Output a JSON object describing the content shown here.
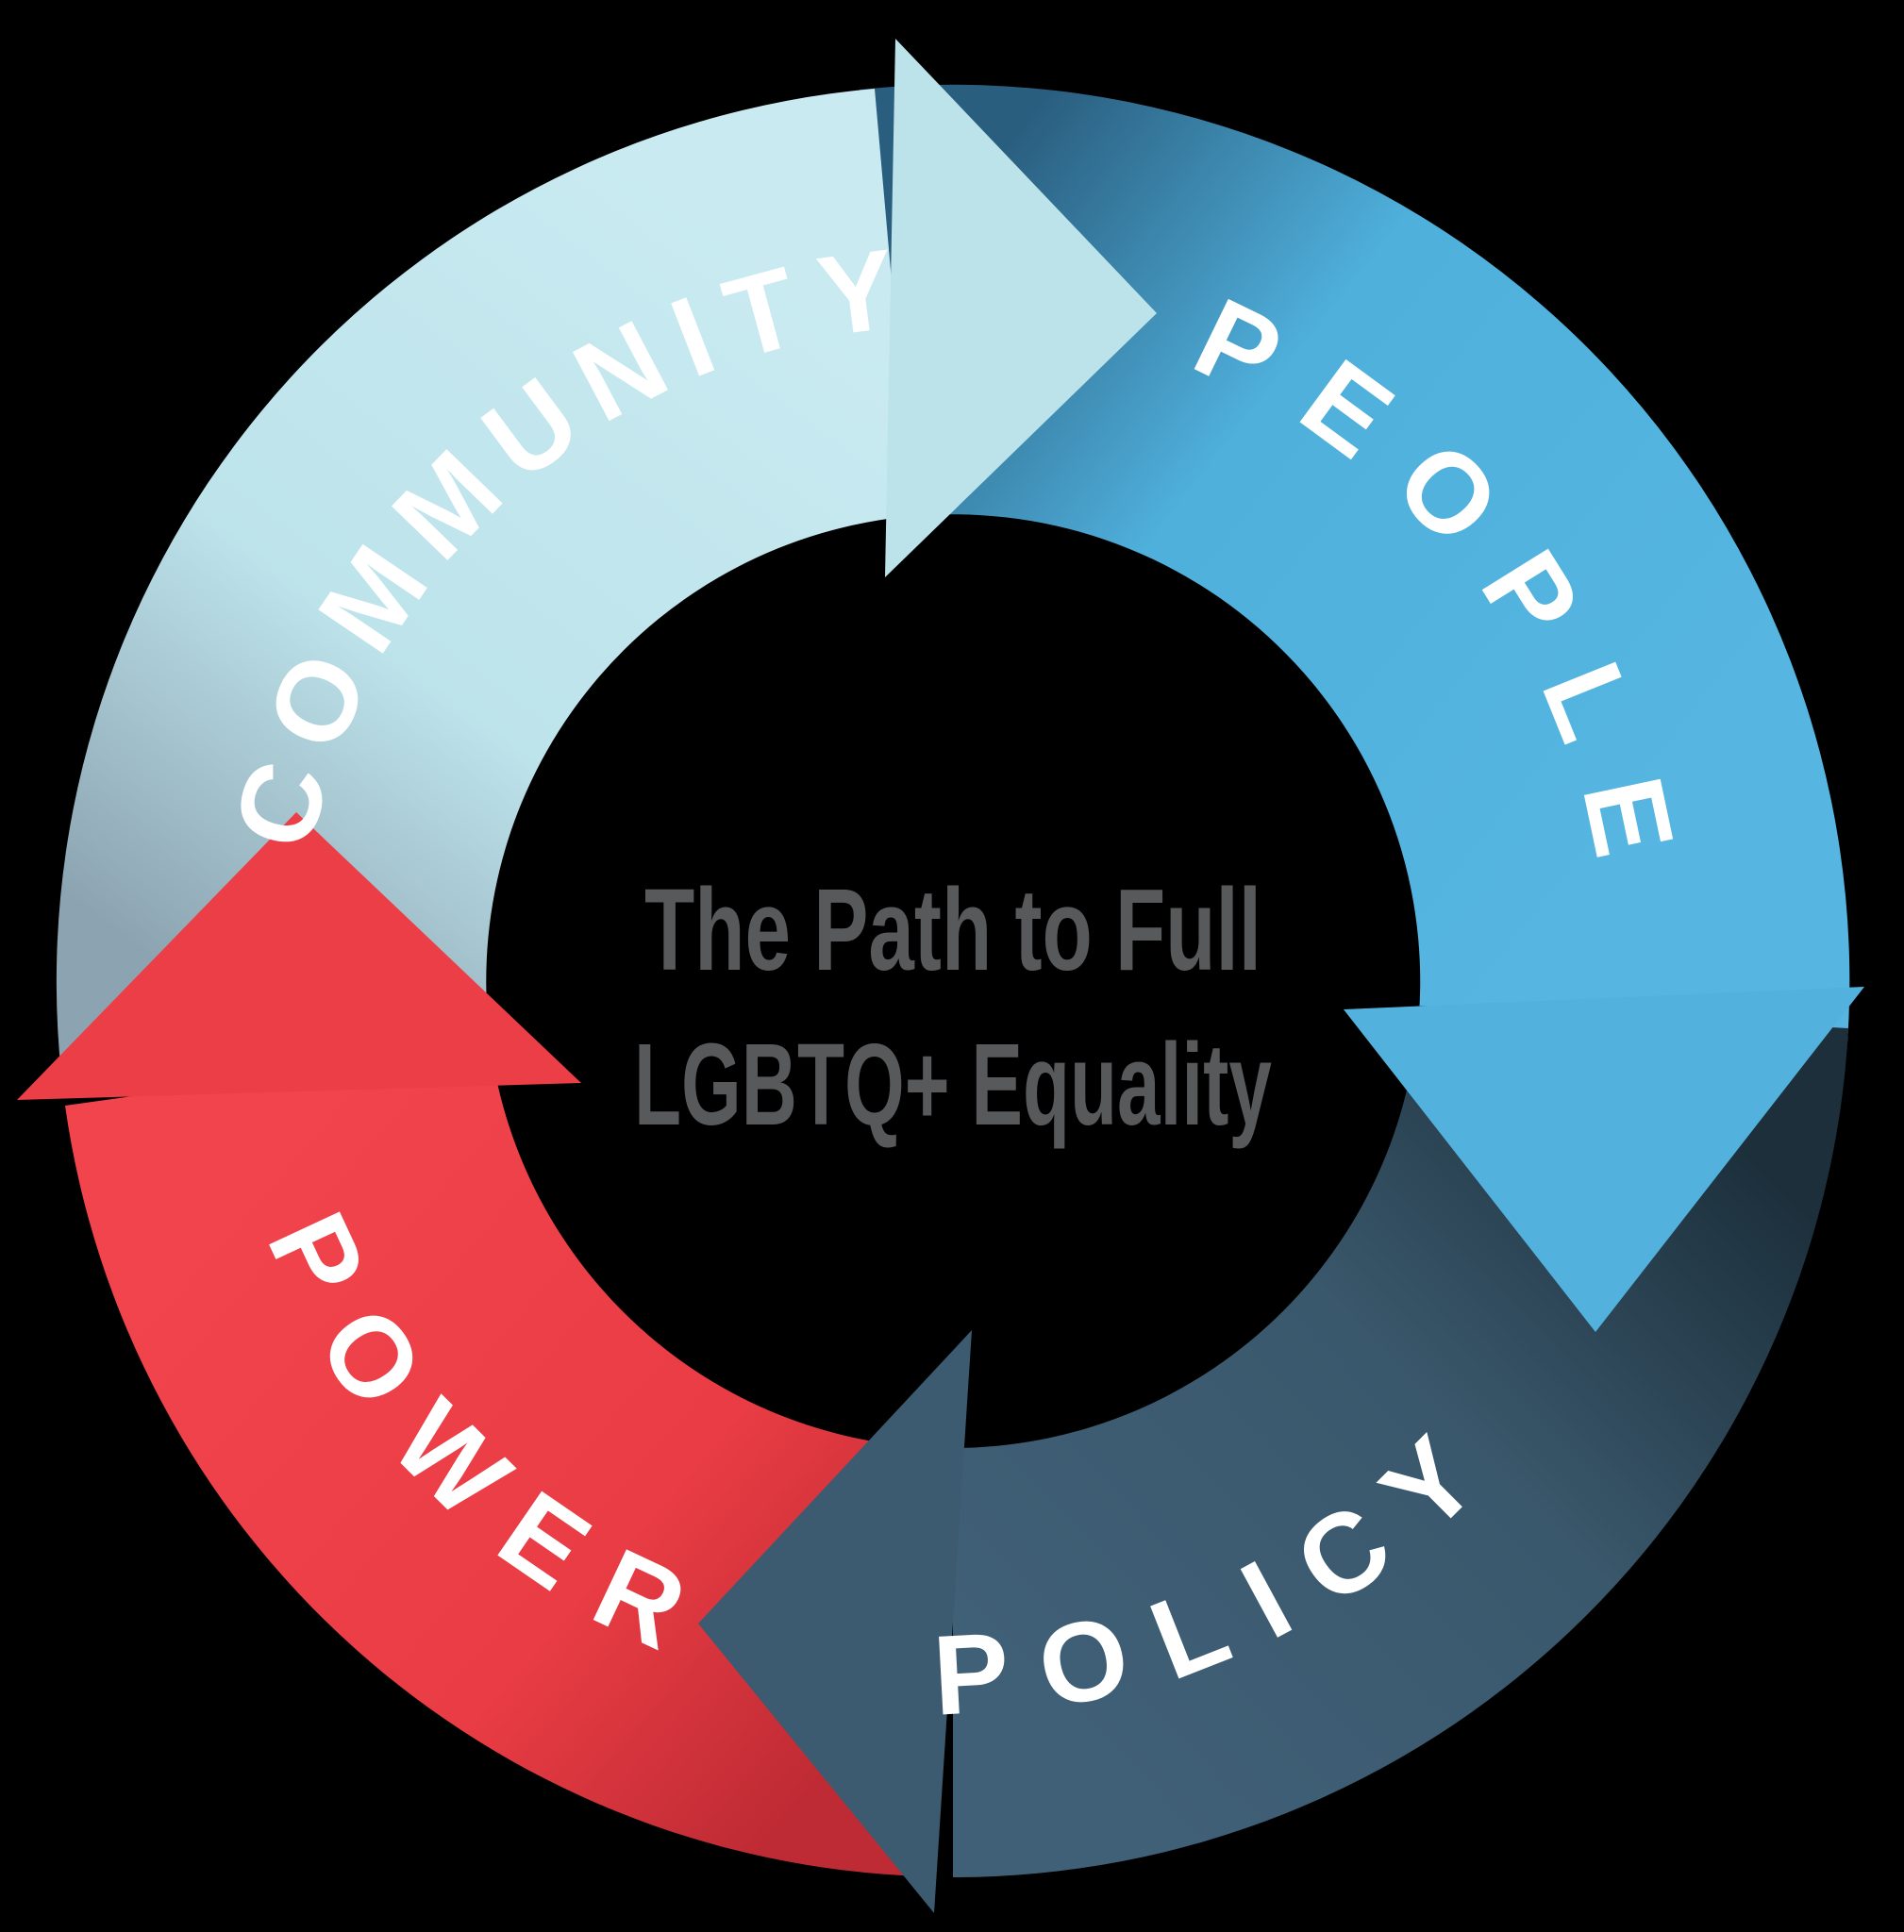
{
  "diagram": {
    "center_title": {
      "line1": "The Path to Full",
      "line2": "LGBTQ+ Equality",
      "color": "#58595B"
    },
    "segments": [
      {
        "id": "community",
        "label": "COMMUNITY",
        "color": "#BCE2EA"
      },
      {
        "id": "people",
        "label": "PEOPLE",
        "color": "#52B2DD"
      },
      {
        "id": "policy",
        "label": "POLICY",
        "color": "#3C5B70"
      },
      {
        "id": "power",
        "label": "POWER",
        "color": "#EC3E46"
      }
    ],
    "label_color": "#FFFFFF",
    "background_color": "#000000"
  }
}
